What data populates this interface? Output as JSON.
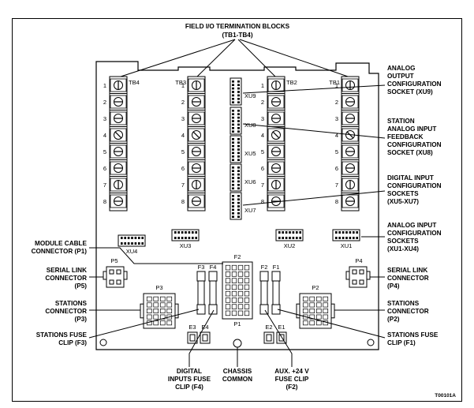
{
  "diagram": {
    "header_lines": [
      "FIELD I/O TERMINATION BLOCKS",
      "(TB1-TB4)"
    ],
    "terminal_blocks": [
      {
        "id": "tb4",
        "label": "TB4",
        "numbers": [
          "1",
          "2",
          "3",
          "4",
          "5",
          "6",
          "7",
          "8"
        ]
      },
      {
        "id": "tb3",
        "label": "TB3",
        "numbers": [
          "1",
          "2",
          "3",
          "4",
          "5",
          "6",
          "7",
          "8"
        ]
      },
      {
        "id": "tb2",
        "label": "TB2",
        "numbers": [
          "1",
          "2",
          "3",
          "4",
          "5",
          "6",
          "7",
          "8"
        ]
      },
      {
        "id": "tb1",
        "label": "TB1",
        "numbers": [
          "1",
          "2",
          "3",
          "4",
          "5",
          "6",
          "7",
          "8"
        ]
      }
    ],
    "sockets": [
      {
        "id": "xu9",
        "label": "XU9"
      },
      {
        "id": "xu8",
        "label": "XU8"
      },
      {
        "id": "xu5",
        "label": "XU5"
      },
      {
        "id": "xu6",
        "label": "XU6"
      },
      {
        "id": "xu7",
        "label": "XU7"
      }
    ],
    "bottom_sockets": [
      {
        "id": "xu4",
        "label": "XU4"
      },
      {
        "id": "xu3",
        "label": "XU3"
      },
      {
        "id": "xu2",
        "label": "XU2"
      },
      {
        "id": "xu1",
        "label": "XU1"
      }
    ],
    "connectors": {
      "p5": "P5",
      "p4": "P4",
      "p3": "P3",
      "p2": "P2",
      "p1": "P1",
      "f2_top": "F2"
    },
    "fuses": {
      "f3": "F3",
      "f4": "F4",
      "f2": "F2",
      "f1": "F1"
    },
    "leds": {
      "e3": "E3",
      "e4": "E4",
      "e2": "E2",
      "e1": "E1"
    },
    "callouts": {
      "analog_output": [
        "ANALOG",
        "OUTPUT",
        "CONFIGURATION",
        "SOCKET (XU9)"
      ],
      "station_feedback": [
        "STATION",
        "ANALOG INPUT",
        "FEEDBACK",
        "CONFIGURATION",
        "SOCKET (XU8)"
      ],
      "digital_input": [
        "DIGITAL INPUT",
        "CONFIGURATION",
        "SOCKETS",
        "(XU5-XU7)"
      ],
      "analog_input": [
        "ANALOG INPUT",
        "CONFIGURATION",
        "SOCKETS",
        "(XU1-XU4)"
      ],
      "serial_p4": [
        "SERIAL LINK",
        "CONNECTOR",
        "(P4)"
      ],
      "stations_p2": [
        "STATIONS",
        "CONNECTOR",
        "(P2)"
      ],
      "fuse_f1": [
        "STATIONS FUSE",
        "CLIP (F1)"
      ],
      "module_cable": [
        "MODULE CABLE",
        "CONNECTOR (P1)"
      ],
      "serial_p5": [
        "SERIAL LINK",
        "CONNECTOR",
        "(P5)"
      ],
      "stations_p3": [
        "STATIONS",
        "CONNECTOR",
        "(P3)"
      ],
      "fuse_f3": [
        "STATIONS FUSE",
        "CLIP (F3)"
      ],
      "digital_fuse": [
        "DIGITAL",
        "INPUTS FUSE",
        "CLIP (F4)"
      ],
      "chassis": [
        "CHASSIS",
        "COMMON"
      ],
      "aux_fuse": [
        "AUX. +24 V",
        "FUSE CLIP",
        "(F2)"
      ]
    },
    "figure_id": "T00101A"
  }
}
